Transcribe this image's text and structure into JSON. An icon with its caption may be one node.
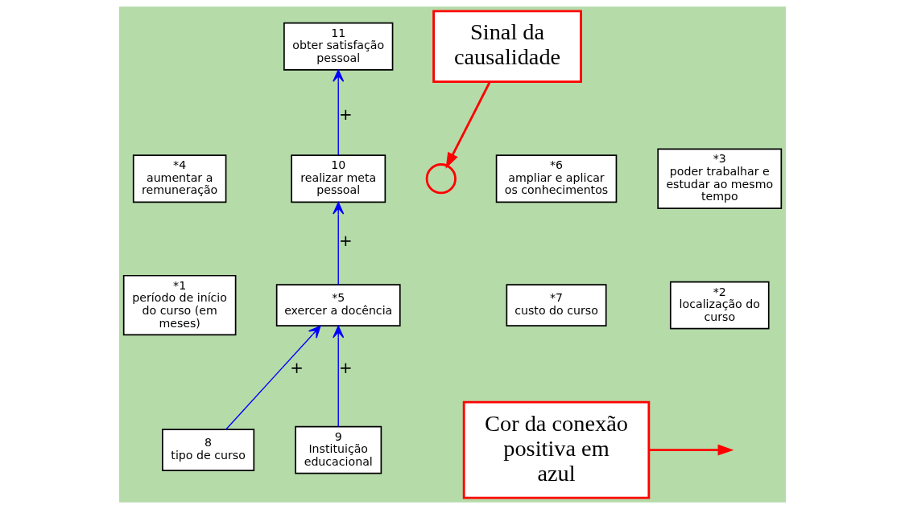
{
  "diagram": {
    "nodes": [
      {
        "text": [
          "11",
          "obter satisfação pessoal"
        ]
      },
      {
        "text": [
          "Sinal da causalidade"
        ]
      },
      {
        "text": [
          "*6",
          "ampliar e aplicar os conhecimentos"
        ]
      },
      {
        "text": [
          "*3",
          "poder trabalhar e estudar ao mesmo tempo"
        ]
      },
      {
        "text": [
          "*4",
          "aumentar a remuneração"
        ]
      },
      {
        "text": [
          "10",
          "realizar meta pessoal"
        ]
      },
      {
        "text": [],
        "shape": "circle"
      },
      {
        "text": [
          "*7",
          "custo do curso"
        ]
      },
      {
        "text": [
          "*2",
          "localização do curso"
        ]
      },
      {
        "text": [
          "*1",
          "período de início do curso (em meses)"
        ]
      },
      {
        "text": [
          "*5",
          "exercer a docência"
        ]
      },
      {
        "text": [
          "Cor da conexão positiva em azul"
        ]
      },
      {
        "text": [
          "8",
          "tipo de curso"
        ]
      },
      {
        "text": [
          "9",
          "Instituição educacional"
        ]
      }
    ],
    "edges": [
      {
        "from": 5,
        "to": 0,
        "arrow": "to",
        "label": "+"
      },
      {
        "from": 10,
        "to": 5,
        "arrow": "to",
        "label": "+"
      },
      {
        "from": 12,
        "to": 10,
        "arrow": "to",
        "label": "+"
      },
      {
        "from": 13,
        "to": 10,
        "arrow": "to",
        "label": "+"
      },
      {
        "from": 1,
        "to": 6,
        "arrow": "to",
        "color": "#ff0000"
      },
      {
        "from": 11,
        "to": null,
        "arrow": "to",
        "color": "#ff0000"
      }
    ]
  }
}
